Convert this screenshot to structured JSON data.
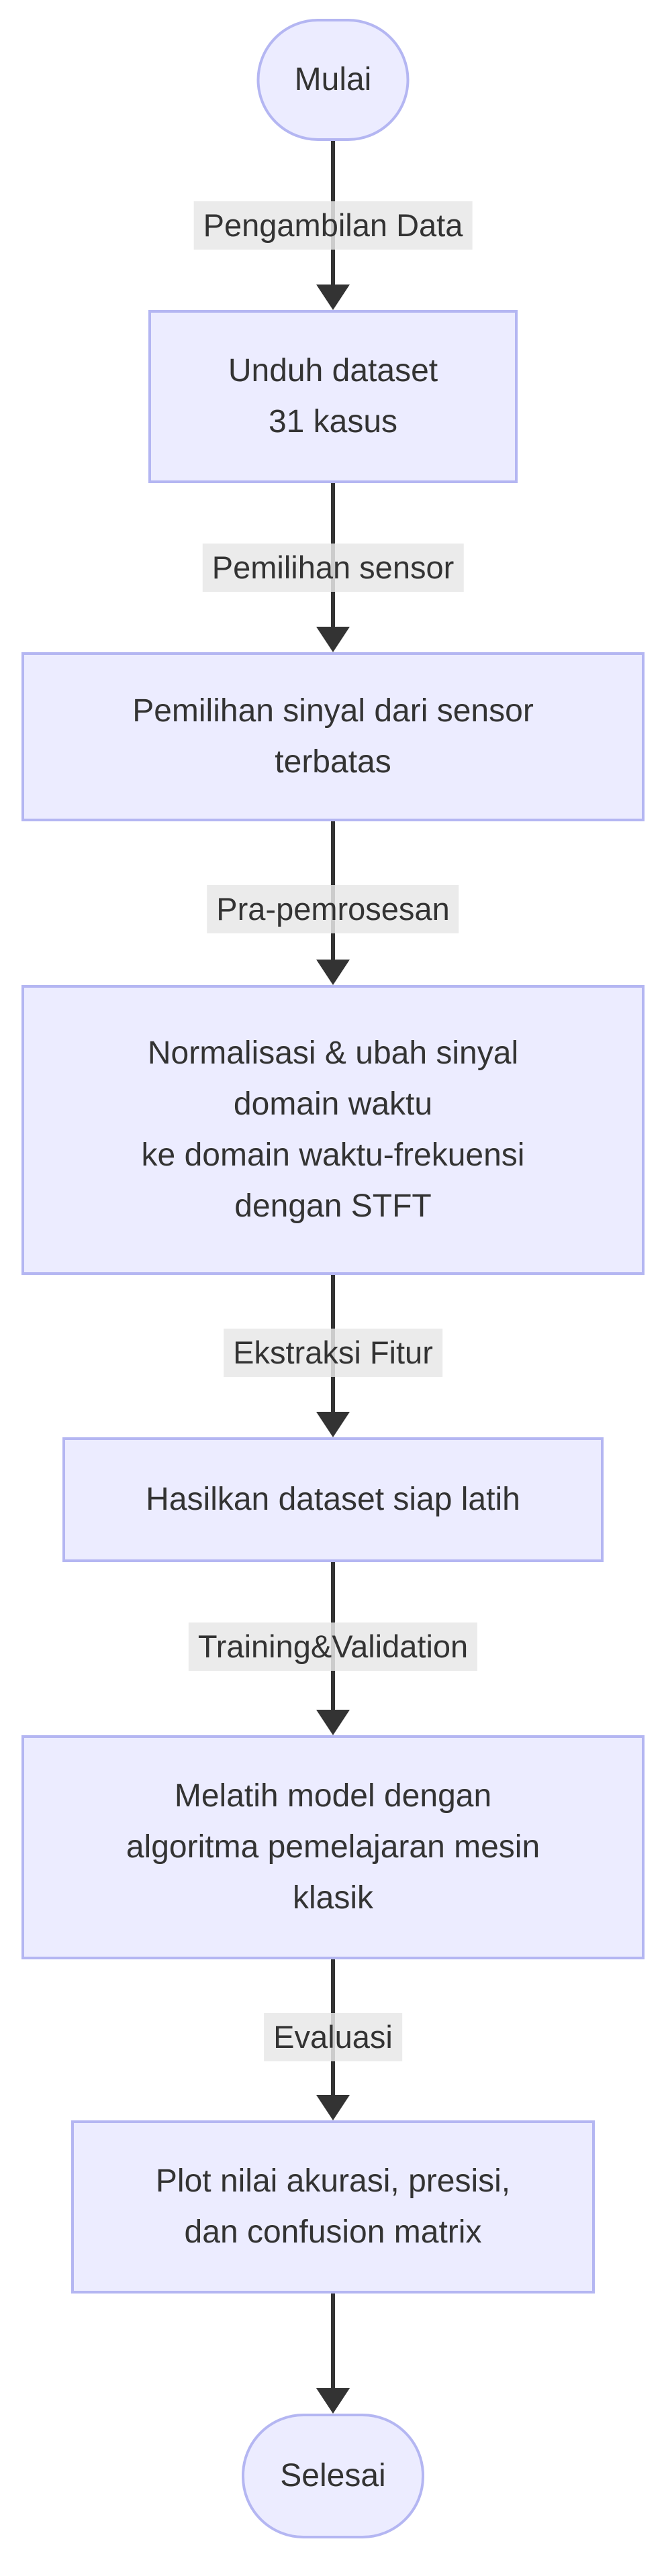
{
  "diagram": {
    "type": "flowchart",
    "direction": "top-down",
    "background": "#FFFFFF",
    "colors": {
      "node_fill": "#ECECFF",
      "node_border": "#B4B6F2",
      "edge_color": "#333333",
      "edge_label_bg": "#E8E8E8",
      "text_color": "#333333"
    },
    "nodes": [
      {
        "id": "mulai",
        "shape": "stadium",
        "lines": [
          "Mulai"
        ]
      },
      {
        "id": "unduh-dataset",
        "shape": "rect",
        "lines": [
          "Unduh dataset",
          "31 kasus"
        ]
      },
      {
        "id": "pemilihan-sinyal",
        "shape": "rect",
        "lines": [
          "Pemilihan sinyal dari sensor",
          "terbatas"
        ]
      },
      {
        "id": "normalisasi-stft",
        "shape": "rect",
        "lines": [
          "Normalisasi & ubah sinyal",
          "domain waktu",
          "ke domain waktu-frekuensi",
          "dengan STFT"
        ]
      },
      {
        "id": "hasilkan-dataset",
        "shape": "rect",
        "lines": [
          "Hasilkan dataset siap latih"
        ]
      },
      {
        "id": "melatih-model",
        "shape": "rect",
        "lines": [
          "Melatih model dengan",
          "algoritma pemelajaran mesin",
          "klasik"
        ]
      },
      {
        "id": "plot-evaluasi",
        "shape": "rect",
        "lines": [
          "Plot nilai akurasi, presisi,",
          "dan confusion matrix"
        ]
      },
      {
        "id": "selesai",
        "shape": "stadium",
        "lines": [
          "Selesai"
        ]
      }
    ],
    "edges": [
      {
        "from": "mulai",
        "to": "unduh-dataset",
        "label": "Pengambilan Data"
      },
      {
        "from": "unduh-dataset",
        "to": "pemilihan-sinyal",
        "label": "Pemilihan sensor"
      },
      {
        "from": "pemilihan-sinyal",
        "to": "normalisasi-stft",
        "label": "Pra-pemrosesan"
      },
      {
        "from": "normalisasi-stft",
        "to": "hasilkan-dataset",
        "label": "Ekstraksi Fitur"
      },
      {
        "from": "hasilkan-dataset",
        "to": "melatih-model",
        "label": "Training&Validation"
      },
      {
        "from": "melatih-model",
        "to": "plot-evaluasi",
        "label": "Evaluasi"
      },
      {
        "from": "plot-evaluasi",
        "to": "selesai",
        "label": ""
      }
    ]
  }
}
